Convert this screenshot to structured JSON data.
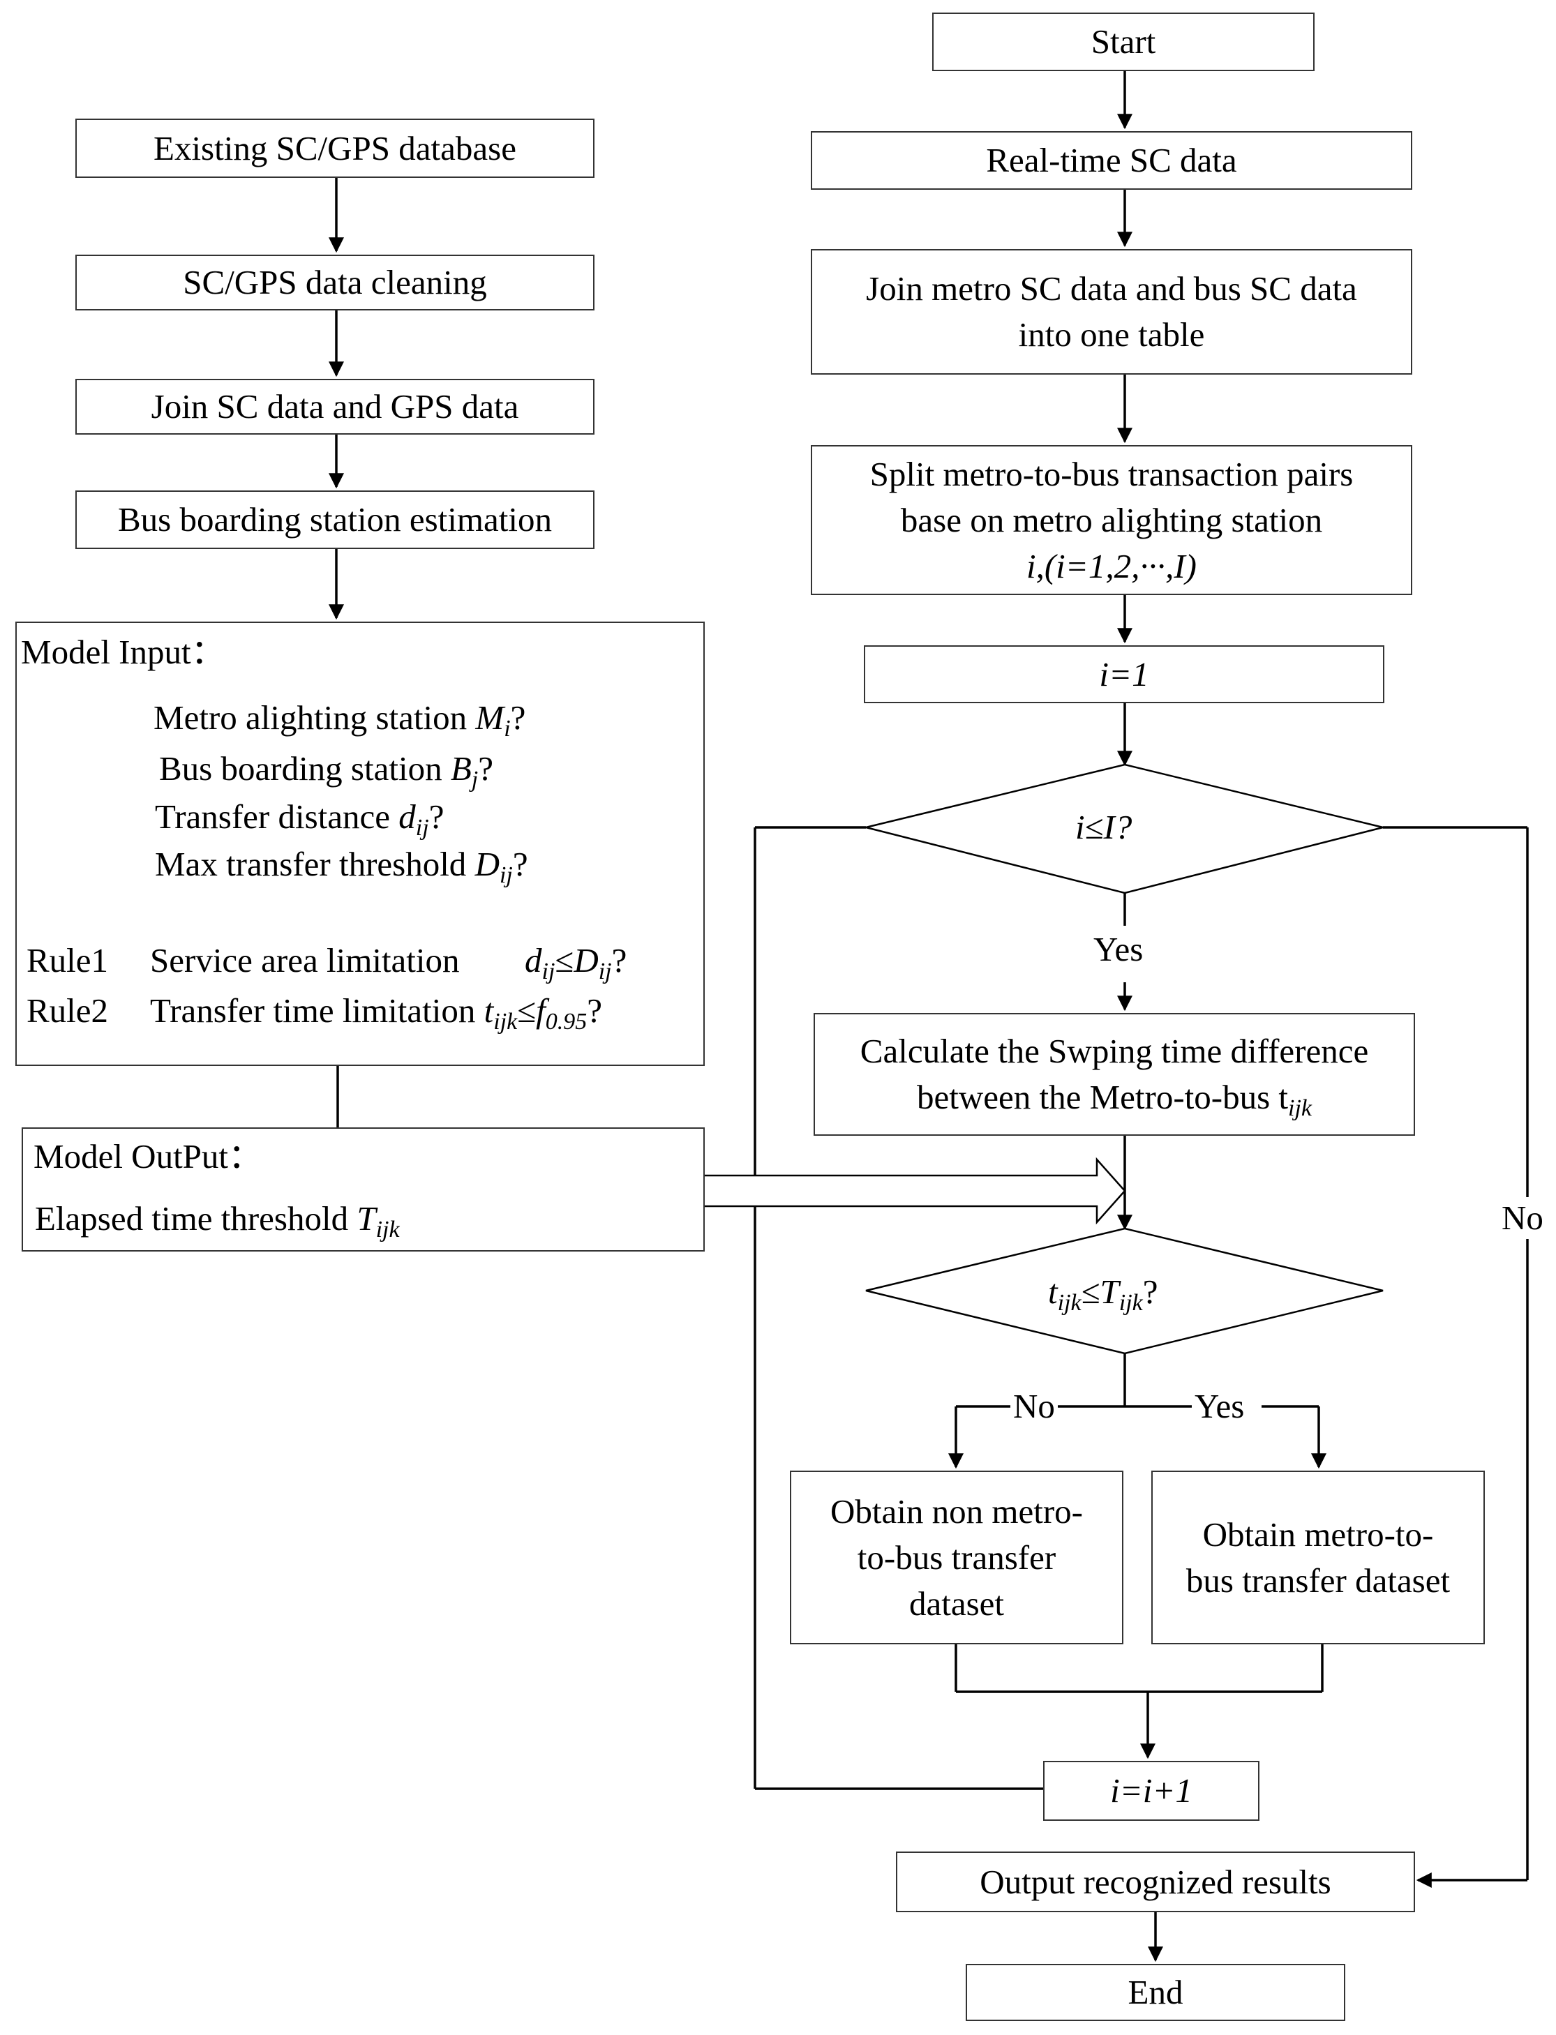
{
  "nodes": {
    "start": "Start",
    "realtime": "Real-time SC data",
    "join_metro_line1": "Join  metro SC data and bus SC data",
    "join_metro_line2": "into one table",
    "split_line1": "Split metro-to-bus transaction pairs",
    "split_line2": "base on metro alighting station",
    "split_line3": "i,(i=1,2,···,I)",
    "init": "i=1",
    "loop_cond": "i≤I?",
    "calc_line1": "Calculate the Swping time difference",
    "calc_line2": "between the Metro-to-bus t",
    "calc_sub": "ijk",
    "cond2_a": "t",
    "cond2_sub1": "ijk",
    "cond2_b": "≤T",
    "cond2_sub2": "ijk",
    "cond2_c": "?",
    "non_line1": "Obtain non metro-",
    "non_line2": "to-bus transfer",
    "non_line3": "dataset",
    "yes_line1": "Obtain metro-to-",
    "yes_line2": "bus transfer dataset",
    "increment": "i=i+1",
    "output": "Output recognized results",
    "end": "End",
    "existing": "Existing SC/GPS database",
    "cleaning": "SC/GPS data cleaning",
    "join_gps": "Join  SC data and GPS data",
    "boarding": "Bus boarding station estimation"
  },
  "model_input": {
    "title": "Model Input：",
    "l1": "Metro alighting station ",
    "l1_m": "M",
    "l1_s": "i",
    "l2": "Bus boarding station ",
    "l2_m": "B",
    "l2_s": "j",
    "l3": "Transfer distance ",
    "l3_m": "d",
    "l3_s": "ij",
    "l4": "Max transfer threshold ",
    "l4_m": "D",
    "l4_s": "ij",
    "q": "?",
    "r1_label": "Rule1",
    "r1_text": "Service area limitation",
    "r1_m1": "d",
    "r1_s1": "ij",
    "r1_op": "≤",
    "r1_m2": "D",
    "r1_s2": "ij",
    "r2_label": "Rule2",
    "r2_text": "Transfer time limitation ",
    "r2_m1": "t",
    "r2_s1": "ijk",
    "r2_op": "≤",
    "r2_m2": "f",
    "r2_s2": "0.95"
  },
  "model_output": {
    "title": "Model OutPut：",
    "text": "Elapsed time threshold ",
    "m": "T",
    "s": "ijk"
  },
  "labels": {
    "yes_main": "Yes",
    "no_right": "No",
    "no_branch": "No",
    "yes_branch": "Yes"
  }
}
